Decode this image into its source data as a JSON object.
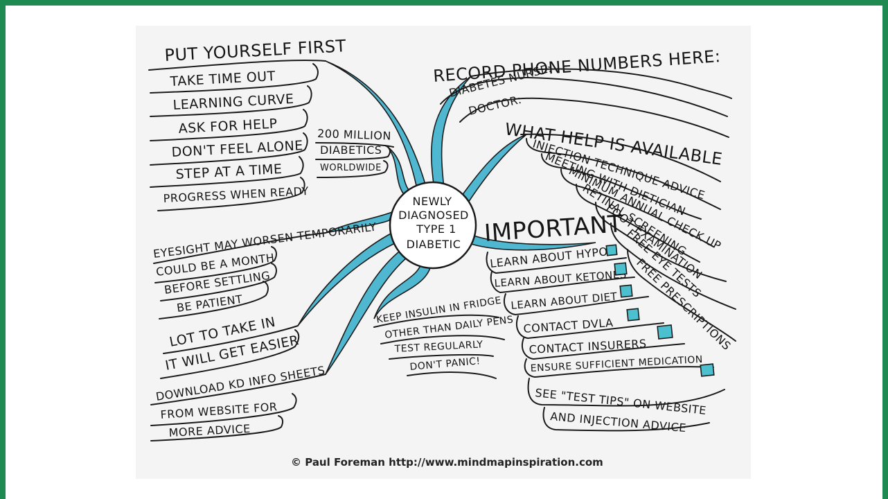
{
  "center": [
    "NEWLY",
    "DIAGNOSED",
    "TYPE 1",
    "DIABETIC"
  ],
  "put_yourself_first": {
    "title": "PUT YOURSELF FIRST",
    "items": [
      "TAKE TIME OUT",
      "LEARNING CURVE",
      "ASK FOR HELP",
      "DON'T FEEL ALONE",
      "STEP AT A TIME",
      "PROGRESS WHEN READY"
    ]
  },
  "stat": [
    "200 MILLION",
    "DIABETICS",
    "WORLDWIDE"
  ],
  "eyesight": [
    "EYESIGHT MAY WORSEN TEMPORARILY",
    "COULD BE A MONTH",
    "BEFORE SETTLING",
    "BE PATIENT"
  ],
  "lot": [
    "LOT TO TAKE IN",
    "IT WILL GET EASIER"
  ],
  "download": [
    "DOWNLOAD KD INFO SHEETS",
    "FROM WEBSITE FOR",
    "MORE ADVICE"
  ],
  "insulin": [
    "KEEP INSULIN IN FRIDGE",
    "OTHER THAN DAILY PENS",
    "TEST REGULARLY",
    "DON'T PANIC!"
  ],
  "record": {
    "title": "RECORD PHONE NUMBERS HERE:",
    "items": [
      "DIABETES NURSE:",
      "DOCTOR:"
    ]
  },
  "help": {
    "title": "WHAT HELP IS AVAILABLE",
    "items": [
      "INJECTION TECHNIQUE ADVICE",
      "MEETING WITH DIETICIAN",
      "MINIMUM ANNUAL CHECK UP",
      "RETINAL SCREENING",
      "FOOT EXAMINATION",
      "FREE EYE TESTS",
      "FREE PRESCRIPTIONS"
    ]
  },
  "important": {
    "title": "IMPORTANT",
    "items": [
      "LEARN ABOUT HYPO's",
      "LEARN ABOUT KETONES",
      "LEARN ABOUT DIET",
      "CONTACT DVLA",
      "CONTACT INSURERS",
      "ENSURE SUFFICIENT MEDICATION",
      "SEE \"TEST TIPS\" ON WEBSITE",
      "AND INJECTION ADVICE"
    ]
  },
  "credit": "© Paul Foreman http://www.mindmapinspiration.com",
  "colors": {
    "branch": "#4fb7cf",
    "checkbox": "#4cc0cf",
    "border": "#1e8a52"
  }
}
